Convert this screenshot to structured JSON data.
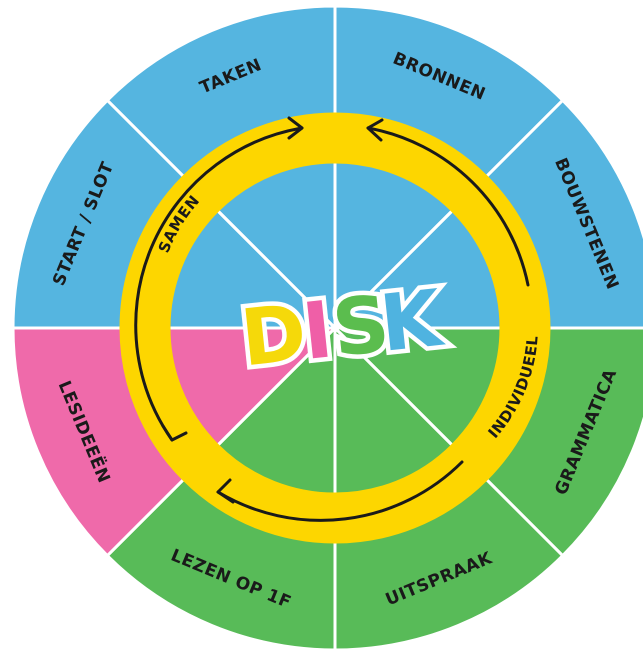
{
  "logo": {
    "letters": [
      {
        "char": "D",
        "color": "#f5d90a"
      },
      {
        "char": "I",
        "color": "#ef5fa7"
      },
      {
        "char": "S",
        "color": "#5bbd4e"
      },
      {
        "char": "K",
        "color": "#4fb3e0"
      }
    ]
  },
  "ring_labels": {
    "samen": "SAMEN",
    "individueel": "INDIVIDUEEL"
  },
  "segments": [
    {
      "label": "TAKEN",
      "color": "#55b5e0"
    },
    {
      "label": "BRONNEN",
      "color": "#55b5e0"
    },
    {
      "label": "BOUWSTENEN",
      "color": "#55b5e0"
    },
    {
      "label": "GRAMMATICA",
      "color": "#58bb58"
    },
    {
      "label": "UITSPRAAK",
      "color": "#58bb58"
    },
    {
      "label": "LEZEN OP 1F",
      "color": "#58bb58"
    },
    {
      "label": "LESIDEEËN",
      "color": "#ef6aaa"
    },
    {
      "label": "START / SLOT",
      "color": "#55b5e0"
    }
  ],
  "colors": {
    "ring": "#fdd600",
    "divider": "#ffffff",
    "arrow": "#1a1a1a"
  }
}
